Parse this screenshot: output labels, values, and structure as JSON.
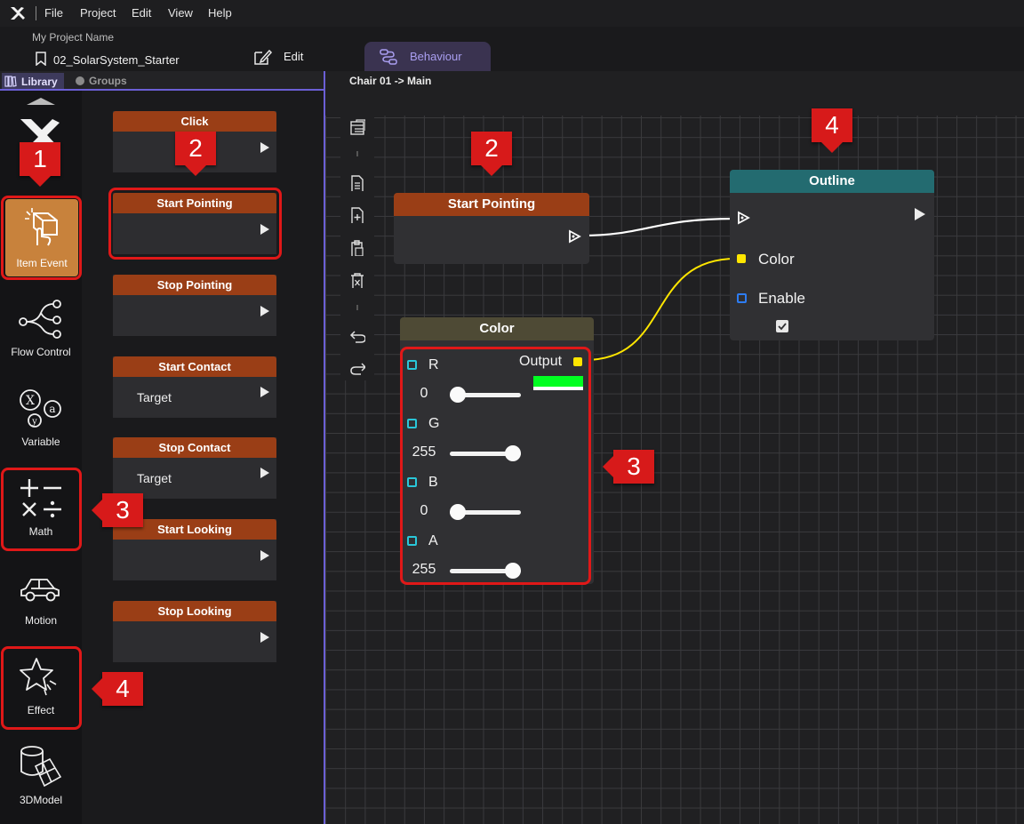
{
  "menubar": {
    "logo_icon": "app-logo-icon",
    "items": [
      "File",
      "Project",
      "Edit",
      "View",
      "Help"
    ]
  },
  "project": {
    "name_label": "My Project Name",
    "scene": "02_SolarSystem_Starter",
    "edit_label": "Edit",
    "behaviour_label": "Behaviour"
  },
  "library": {
    "tab_library": "Library",
    "tab_groups": "Groups"
  },
  "categories": [
    {
      "label": "",
      "icon": "app-logo-icon"
    },
    {
      "label": "Item Event",
      "icon": "cube-touch-icon",
      "active": true
    },
    {
      "label": "Flow Control",
      "icon": "branch-icon"
    },
    {
      "label": "Variable",
      "icon": "variable-icon"
    },
    {
      "label": "Math",
      "icon": "math-icon"
    },
    {
      "label": "Motion",
      "icon": "car-icon"
    },
    {
      "label": "Effect",
      "icon": "star-icon"
    },
    {
      "label": "3DModel",
      "icon": "model-icon"
    }
  ],
  "node_list": [
    {
      "title": "Click",
      "target": ""
    },
    {
      "title": "Start Pointing",
      "target": ""
    },
    {
      "title": "Stop Pointing",
      "target": ""
    },
    {
      "title": "Start Contact",
      "target": "Target"
    },
    {
      "title": "Stop Contact",
      "target": "Target"
    },
    {
      "title": "Start Looking",
      "target": ""
    },
    {
      "title": "Stop Looking",
      "target": ""
    }
  ],
  "breadcrumb": "Chair 01 -> Main",
  "graph": {
    "start_pointing": {
      "title": "Start Pointing"
    },
    "outline": {
      "title": "Outline",
      "inputs": [
        "Color",
        "Enable"
      ],
      "enable_checked": true
    },
    "color": {
      "title": "Color",
      "output_label": "Output",
      "output_swatch": "#00ff21",
      "channels": [
        {
          "name": "R",
          "value": "0",
          "fraction": 0.0
        },
        {
          "name": "G",
          "value": "255",
          "fraction": 1.0
        },
        {
          "name": "B",
          "value": "0",
          "fraction": 0.0
        },
        {
          "name": "A",
          "value": "255",
          "fraction": 1.0
        }
      ]
    }
  },
  "badges": {
    "b1": "1",
    "b2_list": "2",
    "b2_graph": "2",
    "b3_math": "3",
    "b3_graph": "3",
    "b4_effect": "4",
    "b4_graph": "4"
  },
  "colors": {
    "event_head": "#9a3e16",
    "outline_head": "#236b70",
    "color_head": "#4e4a35",
    "accent": "#6b5fd6",
    "annotation": "#d71a1a",
    "port_cyan": "#29c7d9",
    "port_yellow": "#ffe600",
    "port_blue": "#2d7cf2"
  }
}
